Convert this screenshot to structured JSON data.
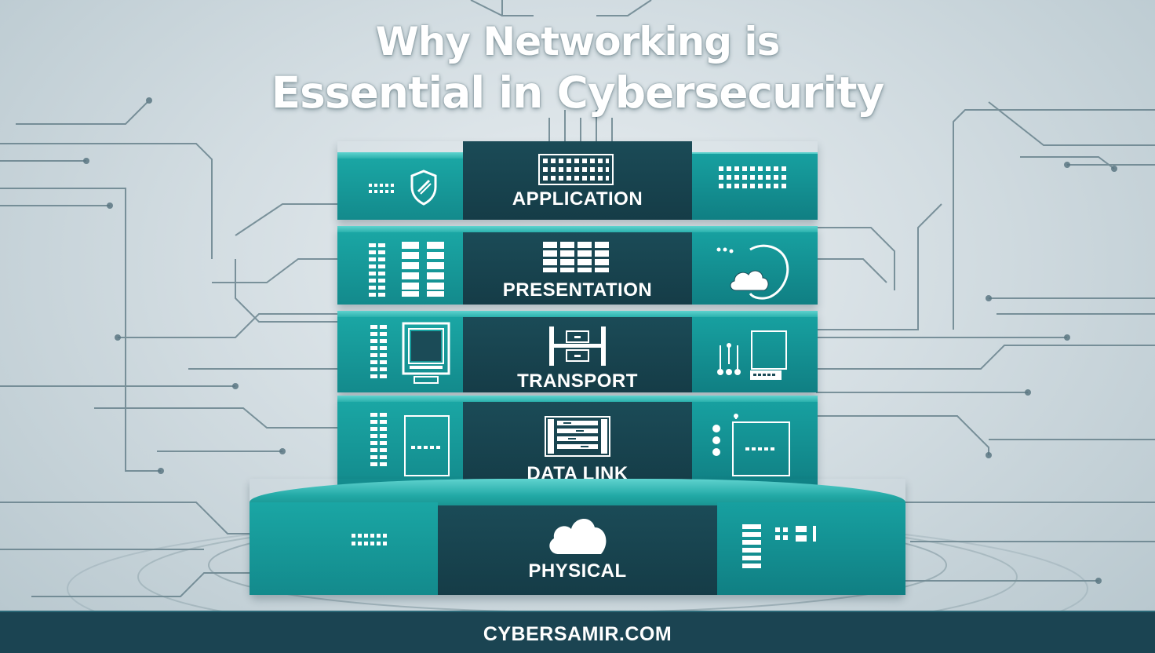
{
  "title": {
    "line1": "Why Networking is",
    "line2": "Essential in Cybersecurity"
  },
  "layers": [
    {
      "label": "APPLICATION"
    },
    {
      "label": "PRESENTATION"
    },
    {
      "label": "TRANSPORT"
    },
    {
      "label": "DATA LINK"
    },
    {
      "label": "PHYSICAL"
    }
  ],
  "footer": {
    "text": "CYBERSAMIR.COM"
  },
  "colors": {
    "teal": "#149a9b",
    "dark_teal": "#1b4b57",
    "rim": "#5fd3cf",
    "footer": "#1b4452",
    "circuit_line": "#5b7782"
  },
  "icons": {
    "application": [
      "dot-grid-icon",
      "shield-icon",
      "keyboard-icon",
      "dot-grid-icon"
    ],
    "presentation": [
      "dot-grid-icon",
      "server-rack-icon",
      "grid-icon",
      "cloud-icon"
    ],
    "transport": [
      "dot-grid-icon",
      "monitor-icon",
      "server-icon",
      "connector-icon",
      "monitor-icon"
    ],
    "data_link": [
      "dot-grid-icon",
      "panel-icon",
      "server-rack-icon",
      "dot-column-icon",
      "panel-icon"
    ],
    "physical": [
      "dot-grid-icon",
      "cloud-icon",
      "server-rack-icon"
    ]
  }
}
